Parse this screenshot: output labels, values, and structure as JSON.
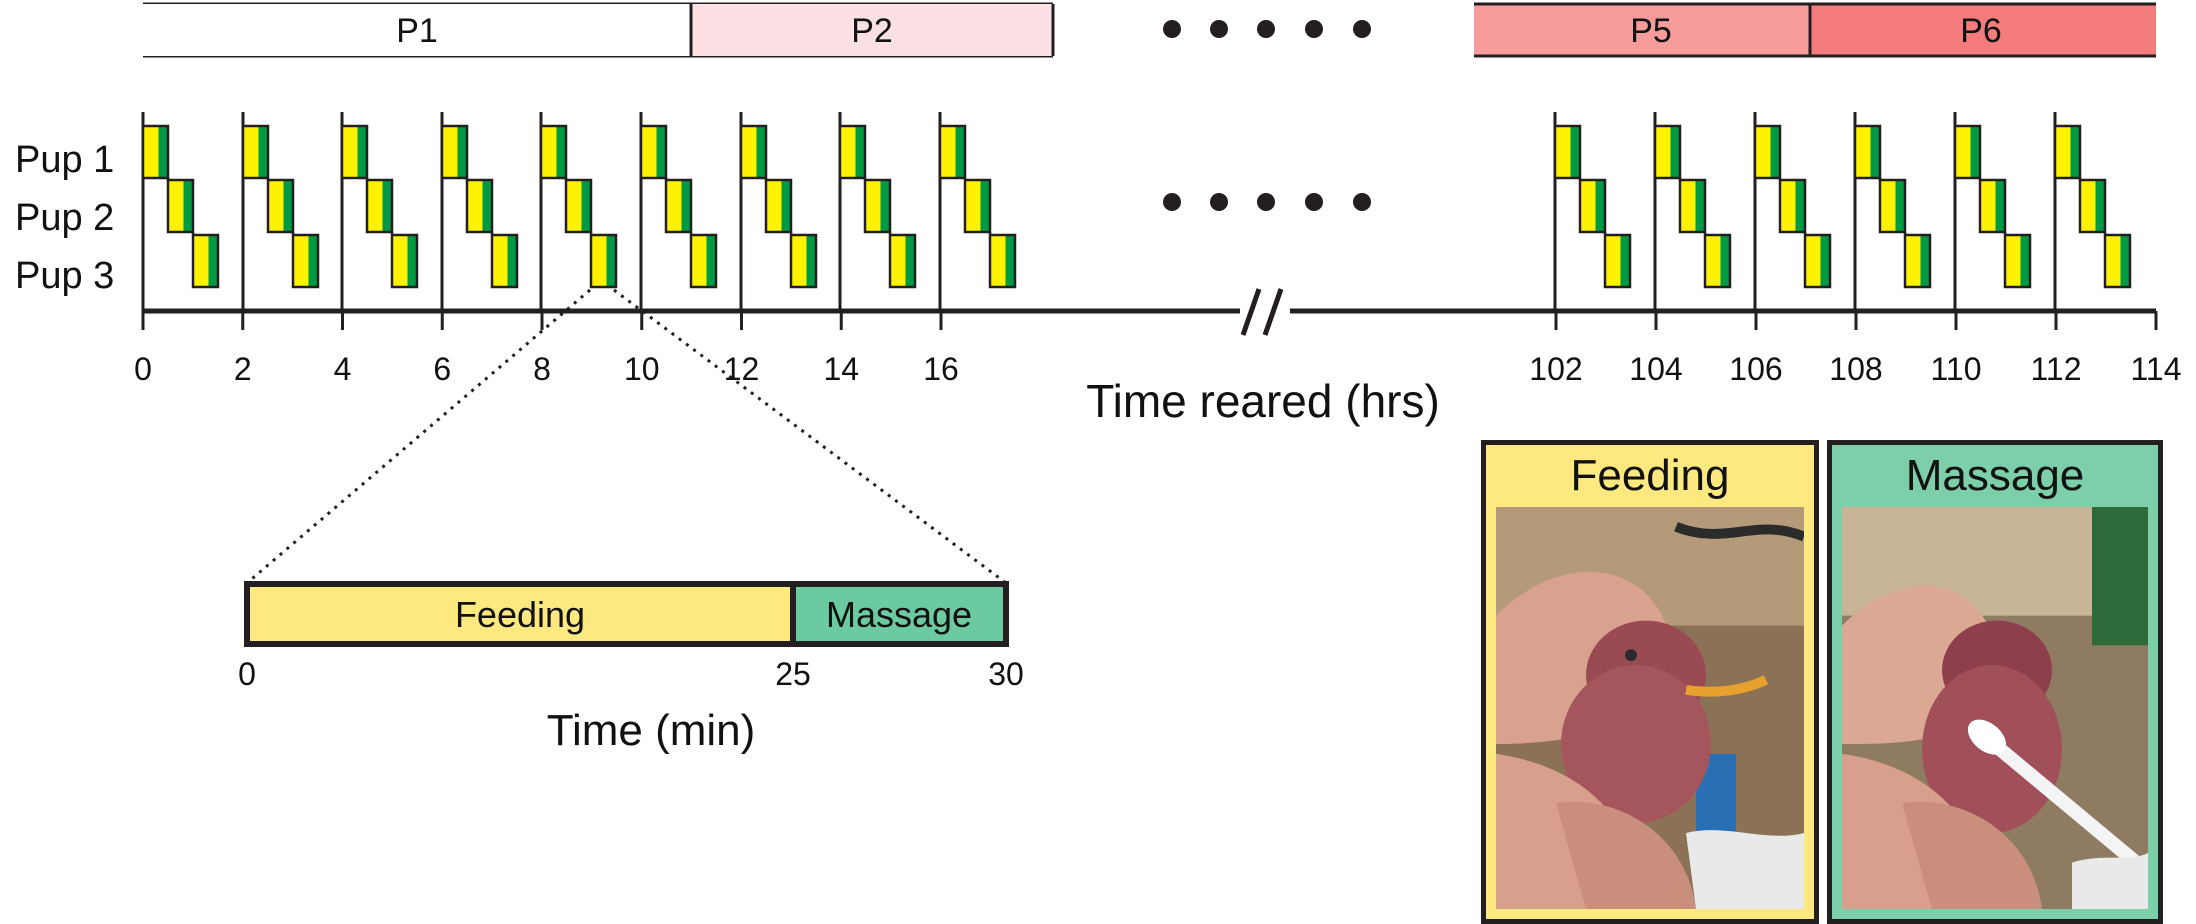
{
  "period_bar": {
    "segments": [
      {
        "label": "P1",
        "color": "#ffffff"
      },
      {
        "label": "P2",
        "color": "#fde0e3"
      },
      {
        "label": "P5",
        "color": "#f89b9b"
      },
      {
        "label": "P6",
        "color": "#f47c7c"
      }
    ]
  },
  "pups": [
    "Pup 1",
    "Pup 2",
    "Pup 3"
  ],
  "time_axis": {
    "label": "Time reared (hrs)",
    "left_ticks": [
      "0",
      "2",
      "4",
      "6",
      "8",
      "10",
      "12",
      "14",
      "16"
    ],
    "right_ticks": [
      "102",
      "104",
      "106",
      "108",
      "110",
      "112",
      "114"
    ]
  },
  "session_detail": {
    "segments": [
      {
        "label": "Feeding",
        "color": "#fde97f",
        "start_min": 0,
        "end_min": 25
      },
      {
        "label": "Massage",
        "color": "#6ccaa0",
        "start_min": 25,
        "end_min": 30
      }
    ],
    "ticks": [
      "0",
      "25",
      "30"
    ],
    "axis_label": "Time (min)"
  },
  "photos": [
    {
      "title": "Feeding",
      "color": "#fde97f"
    },
    {
      "title": "Massage",
      "color": "#7ccfa8"
    }
  ],
  "colors": {
    "feeding_block": "#fff200",
    "massage_block": "#009a44",
    "outline": "#231f20"
  }
}
